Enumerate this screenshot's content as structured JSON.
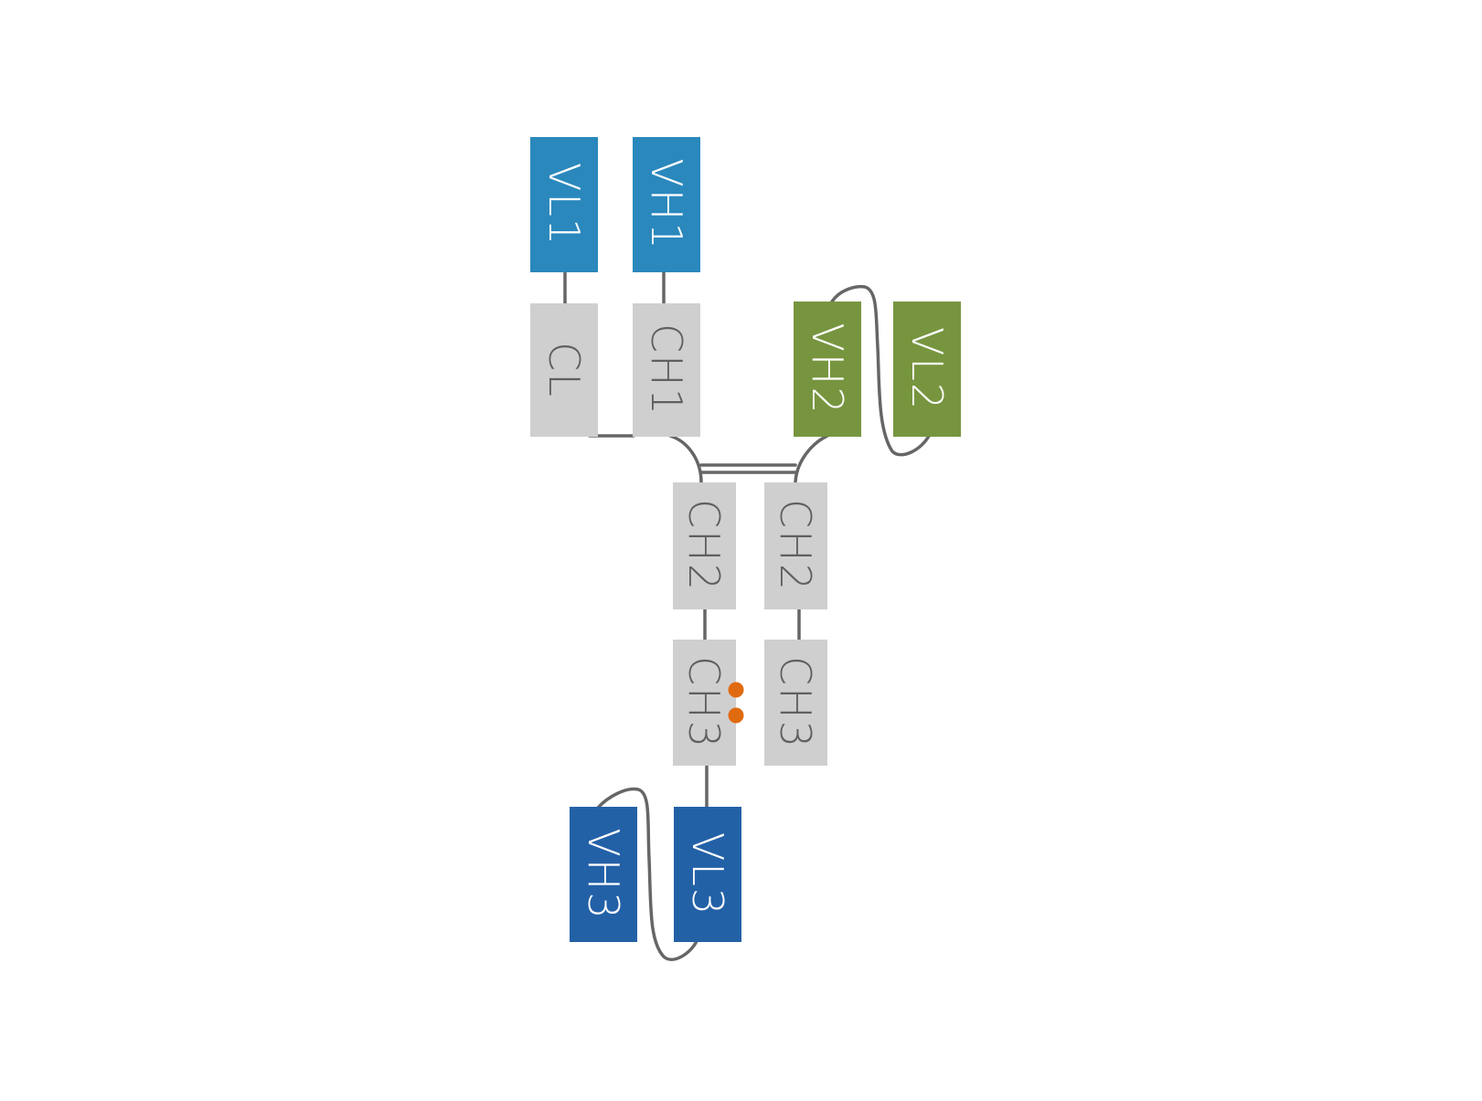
{
  "colors": {
    "light_blue": "#2a88bd",
    "dark_blue": "#2361a7",
    "green": "#77953f",
    "gray": "#cfcfcf",
    "label_light": "#ffffff",
    "label_dark": "#5f5f5f",
    "linker": "#666666",
    "knob_dots": "#e06a10"
  },
  "domains": {
    "vl1": "VL1",
    "vh1": "VH1",
    "cl": "CL",
    "ch1": "CH1",
    "vh2": "VH2",
    "vl2": "VL2",
    "ch2_a": "CH2",
    "ch2_b": "CH2",
    "ch3_a": "CH3",
    "ch3_b": "CH3",
    "vh3": "VH3",
    "vl3": "VL3"
  }
}
